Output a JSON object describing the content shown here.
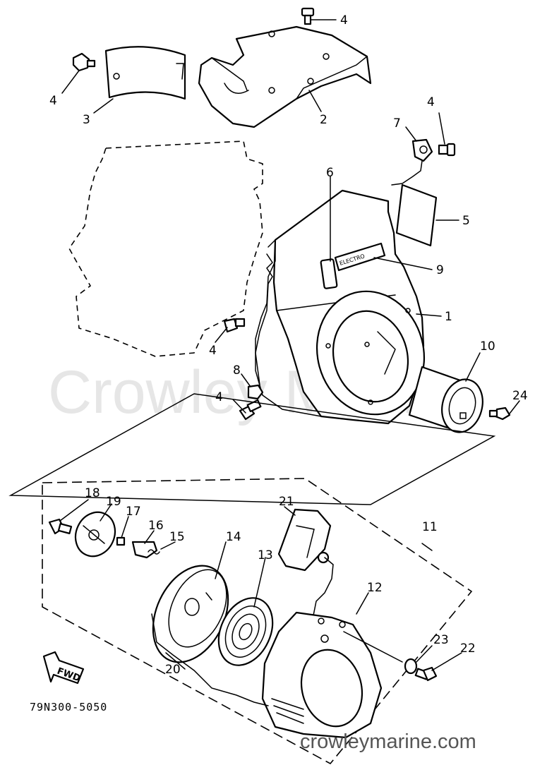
{
  "diagram": {
    "part_labels": [
      {
        "id": "p4a",
        "text": "4"
      },
      {
        "id": "p4b",
        "text": "4"
      },
      {
        "id": "p3",
        "text": "3"
      },
      {
        "id": "p2",
        "text": "2"
      },
      {
        "id": "p7",
        "text": "7"
      },
      {
        "id": "p4c",
        "text": "4"
      },
      {
        "id": "p6",
        "text": "6"
      },
      {
        "id": "p5",
        "text": "5"
      },
      {
        "id": "p9",
        "text": "9"
      },
      {
        "id": "p1",
        "text": "1"
      },
      {
        "id": "p4d",
        "text": "4"
      },
      {
        "id": "p10",
        "text": "10"
      },
      {
        "id": "p8",
        "text": "8"
      },
      {
        "id": "p4e",
        "text": "4"
      },
      {
        "id": "p24",
        "text": "24"
      },
      {
        "id": "p18",
        "text": "18"
      },
      {
        "id": "p19",
        "text": "19"
      },
      {
        "id": "p17",
        "text": "17"
      },
      {
        "id": "p16",
        "text": "16"
      },
      {
        "id": "p15",
        "text": "15"
      },
      {
        "id": "p14",
        "text": "14"
      },
      {
        "id": "p21",
        "text": "21"
      },
      {
        "id": "p11",
        "text": "11"
      },
      {
        "id": "p13",
        "text": "13"
      },
      {
        "id": "p12",
        "text": "12"
      },
      {
        "id": "p23",
        "text": "23"
      },
      {
        "id": "p22",
        "text": "22"
      },
      {
        "id": "p20",
        "text": "20"
      }
    ],
    "fwd_arrow_label": "FWD",
    "drawing_code": "79N300-5050",
    "decal_text": "ELECTRO",
    "watermark": "Crowley Marine",
    "site_text": "crowleymarine.com"
  }
}
